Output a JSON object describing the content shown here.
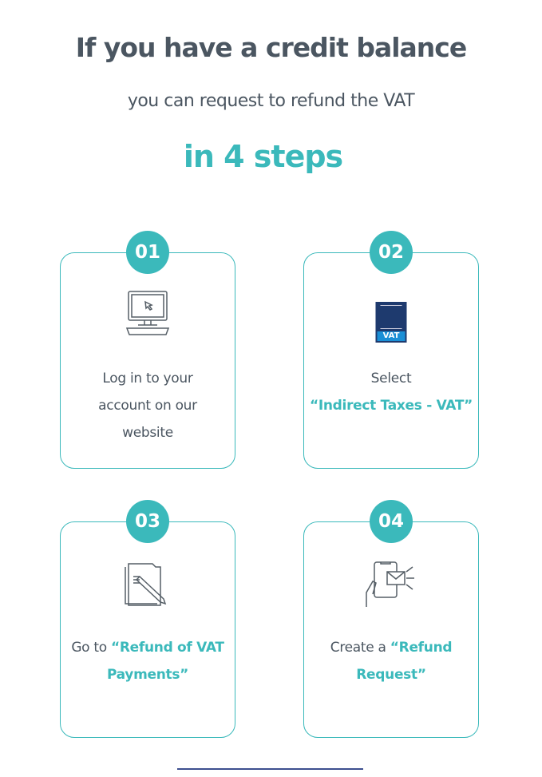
{
  "heading": {
    "line1": "If you have a credit balance",
    "line2": "you can request to refund the VAT",
    "line3": "in 4 steps"
  },
  "steps": [
    {
      "number": "01",
      "text": "Log in to your account on our website",
      "icon": "computer-icon"
    },
    {
      "number": "02",
      "text": "Select",
      "highlight": "“Indirect Taxes - VAT”",
      "icon": "vat-logo-icon",
      "logo_text": "VAT"
    },
    {
      "number": "03",
      "text": "Go to",
      "highlight": "“Refund of VAT Payments”",
      "icon": "document-pen-icon"
    },
    {
      "number": "04",
      "text": "Create a",
      "highlight": "“Refund Request”",
      "icon": "phone-mail-icon"
    }
  ],
  "colors": {
    "accent": "#3bb9bb",
    "text": "#4b5661",
    "divider": "#3d4f8f"
  }
}
